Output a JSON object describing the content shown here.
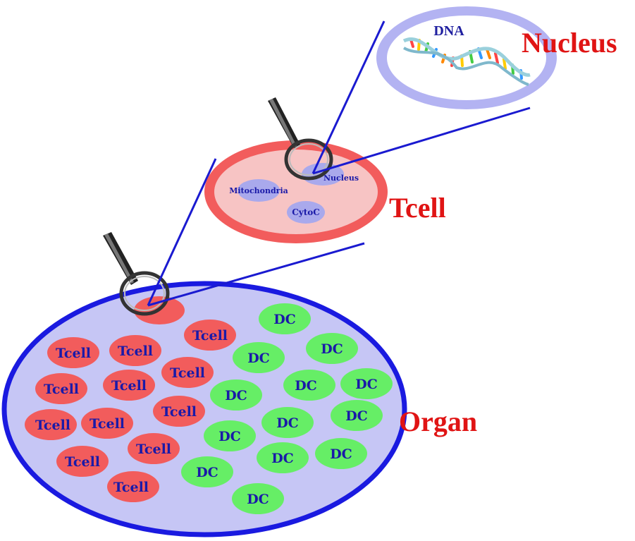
{
  "labels": {
    "organ": "Organ",
    "tcell": "Tcell",
    "nucleus": "Nucleus",
    "dna": "DNA"
  },
  "organelles": {
    "mitochondria": "Mitochondria",
    "nucleus": "Nucleus",
    "cytoc": "CytoC"
  },
  "cells": {
    "tcell_label": "Tcell",
    "dc_label": "DC"
  },
  "colors": {
    "organ_fill": "#c6c6f5",
    "organ_stroke": "#1a1ae0",
    "tcell_fill": "#f25c5c",
    "dc_fill": "#66ee66",
    "cell_text": "#1a1aa8",
    "label_red": "#e01414",
    "zoom_line": "#1a1ad0"
  }
}
